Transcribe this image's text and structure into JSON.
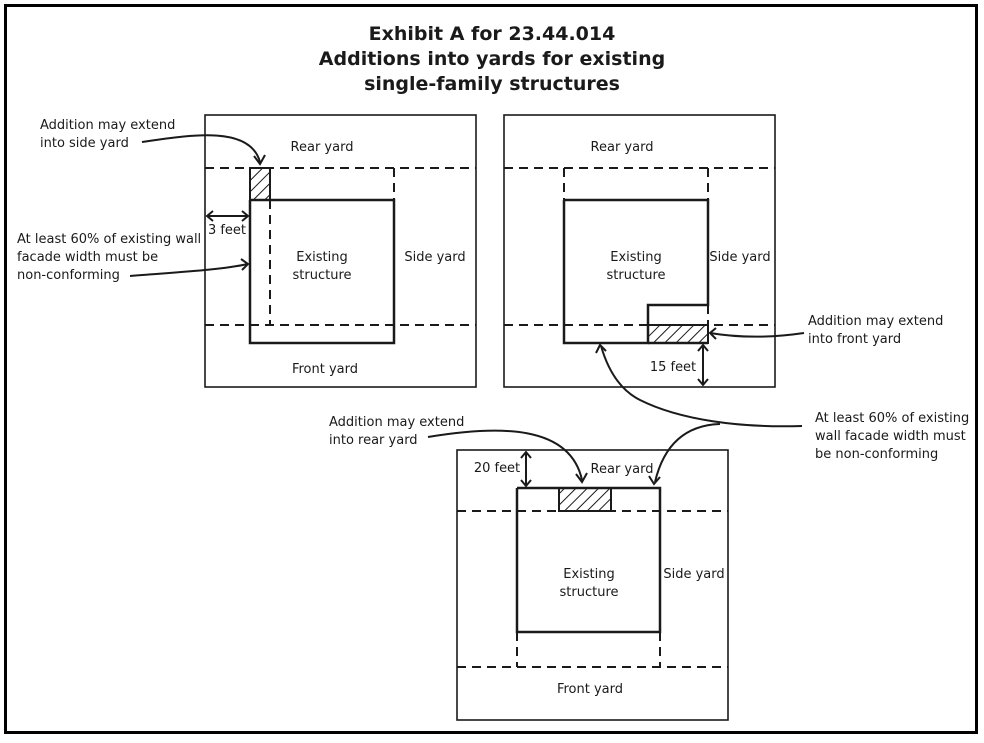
{
  "title": {
    "line1": "Exhibit A for 23.44.014",
    "line2": "Additions into yards for existing",
    "line3": "single-family structures"
  },
  "diagram1": {
    "rear_yard": "Rear yard",
    "side_yard": "Side yard",
    "front_yard": "Front yard",
    "structure_line1": "Existing",
    "structure_line2": "structure",
    "dimension": "3 feet",
    "callout_addition": [
      "Addition may extend",
      "into side yard"
    ],
    "callout_wall": [
      "At least 60% of existing wall",
      "facade width must be",
      "non-conforming"
    ]
  },
  "diagram2": {
    "rear_yard": "Rear yard",
    "side_yard": "Side yard",
    "structure_line1": "Existing",
    "structure_line2": "structure",
    "dimension": "15 feet",
    "callout_addition": [
      "Addition may extend",
      "into front yard"
    ]
  },
  "diagram3": {
    "rear_yard": "Rear yard",
    "side_yard": "Side yard",
    "front_yard": "Front yard",
    "structure_line1": "Existing",
    "structure_line2": "structure",
    "dimension": "20 feet",
    "callout_addition": [
      "Addition may extend",
      "into rear yard"
    ]
  },
  "shared_callout": [
    "At least 60% of existing",
    "wall facade width must",
    "be non-conforming"
  ]
}
